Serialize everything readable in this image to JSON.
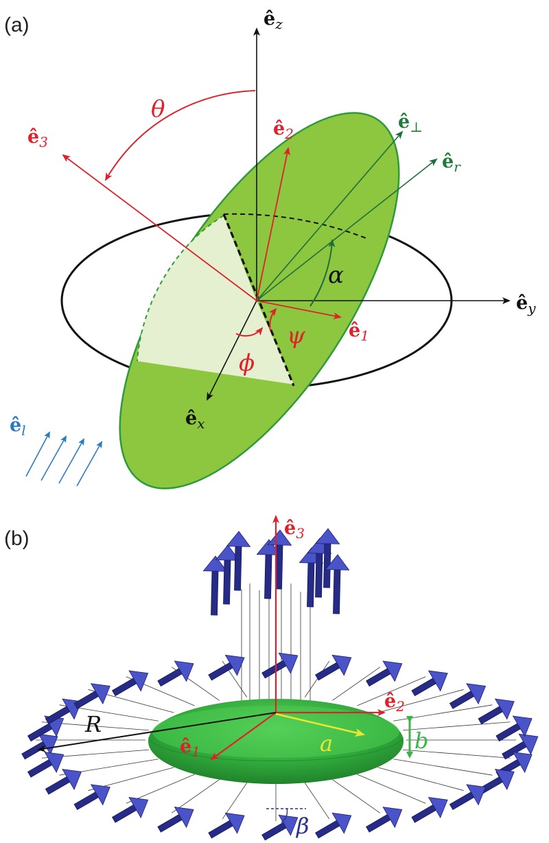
{
  "panel_a": {
    "label": "(a)",
    "vectors": {
      "ez": {
        "text": "ê",
        "sub": "z",
        "color": "#111111"
      },
      "ey": {
        "text": "ê",
        "sub": "y",
        "color": "#111111"
      },
      "ex": {
        "text": "ê",
        "sub": "x",
        "color": "#111111"
      },
      "e1": {
        "text": "ê",
        "sub": "1",
        "color": "#e0202a"
      },
      "e2": {
        "text": "ê",
        "sub": "2",
        "color": "#e0202a"
      },
      "e3": {
        "text": "ê",
        "sub": "3",
        "color": "#e0202a"
      },
      "eperp": {
        "text": "ê",
        "sub": "⊥",
        "color": "#1f7a3c"
      },
      "er": {
        "text": "ê",
        "sub": "r",
        "color": "#1f7a3c"
      },
      "el": {
        "text": "ê",
        "sub": "l",
        "color": "#2a78c0"
      }
    },
    "angles": {
      "theta": "θ",
      "phi": "ϕ",
      "psi": "ψ",
      "alpha": "α"
    },
    "colors": {
      "disk_fill": "#8dc63f",
      "disk_light": "#e4f0d0",
      "disk_edge": "#2e9a3a",
      "red": "#e0202a",
      "dark_green": "#1f6e3c",
      "blue": "#2a7bc4"
    }
  },
  "panel_b": {
    "label": "(b)",
    "vectors": {
      "e3": {
        "text": "ê",
        "sub": "3",
        "color": "#e0202a"
      },
      "e2": {
        "text": "ê",
        "sub": "2",
        "color": "#e0202a"
      },
      "e1": {
        "text": "ê",
        "sub": "1",
        "color": "#e0202a"
      }
    },
    "symbols": {
      "R": "R",
      "a": "a",
      "b": "b",
      "beta": "β"
    },
    "colors": {
      "ellipsoid": "#3cb34a",
      "arrow_body": "#2b2f8c",
      "arrow_head": "#4a54c8",
      "a_color": "#e8e830",
      "b_color": "#3cb34a",
      "beta_color": "#2b2f8c"
    }
  }
}
